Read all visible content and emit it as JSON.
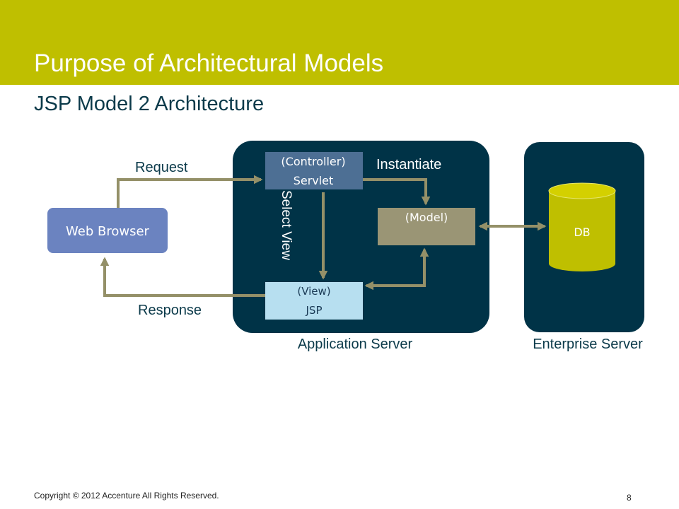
{
  "slide": {
    "title": "Purpose of Architectural Models",
    "subtitle": "JSP Model 2 Architecture"
  },
  "diagram": {
    "web_browser": "Web Browser",
    "request_label": "Request",
    "response_label": "Response",
    "controller_line1": "(Controller)",
    "controller_line2": "Servlet",
    "instantiate_label": "Instantiate",
    "select_view_label": "Select View",
    "model_label": "(Model)",
    "view_line1": "(View)",
    "view_line2": "JSP",
    "db_label": "DB",
    "app_server_label": "Application Server",
    "enterprise_server_label": "Enterprise Server"
  },
  "footer": {
    "copyright": "Copyright © 2012 Accenture All Rights Reserved.",
    "page_number": "8"
  },
  "colors": {
    "header_band": "#bfbf00",
    "server_box": "#003347",
    "web_browser": "#6b83c0",
    "controller": "#4d6f94",
    "model": "#9a9575",
    "view": "#b7dff0",
    "db": "#bfbf00",
    "arrow": "#949068"
  }
}
